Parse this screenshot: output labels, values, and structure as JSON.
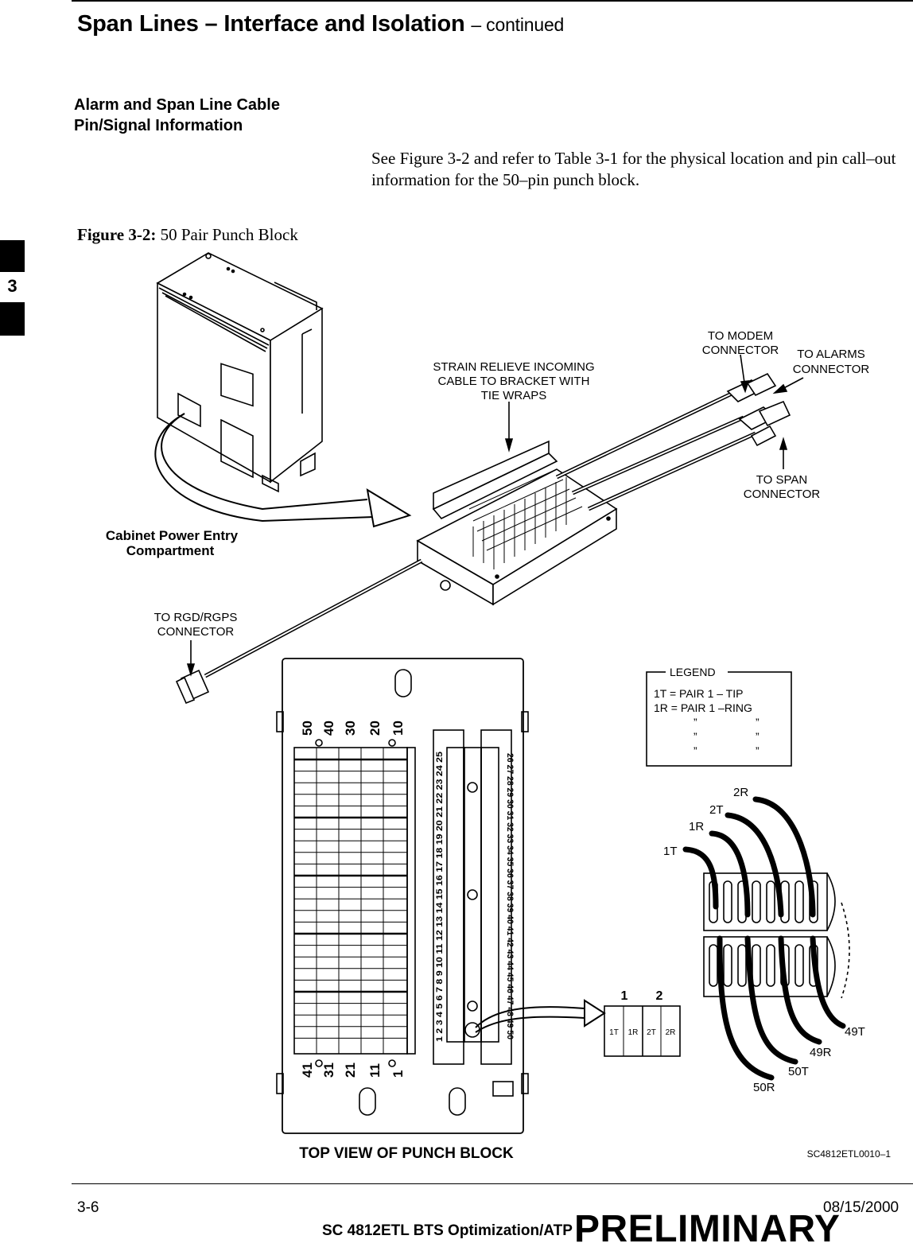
{
  "header": {
    "title": "Span Lines – Interface and Isolation",
    "suffix": "– continued"
  },
  "section": {
    "heading_line1": "Alarm and Span Line Cable",
    "heading_line2": "Pin/Signal Information"
  },
  "body_text": "See Figure 3-2 and refer to Table 3-1 for the physical location and pin call–out information for the 50–pin punch block.",
  "figure": {
    "caption_label": "Figure 3-2:",
    "caption_text": "50 Pair Punch Block",
    "callouts": {
      "modem_1": "TO MODEM",
      "modem_2": "CONNECTOR",
      "alarms_1": "TO ALARMS",
      "alarms_2": "CONNECTOR",
      "strain_1": "STRAIN RELIEVE INCOMING",
      "strain_2": "CABLE TO BRACKET WITH",
      "strain_3": "TIE WRAPS",
      "span_1": "TO SPAN",
      "span_2": "CONNECTOR",
      "cabinet_1": "Cabinet Power Entry",
      "cabinet_2": "Compartment",
      "rgd_1": "TO RGD/RGPS",
      "rgd_2": "CONNECTOR"
    },
    "legend": {
      "title": "LEGEND",
      "line1": "1T = PAIR 1 – TIP",
      "line2": "1R = PAIR 1 –RING",
      "ditto": "”"
    },
    "wire_labels": {
      "t1": "1T",
      "r1": "1R",
      "t2": "2T",
      "r2": "2R",
      "t49": "49T",
      "r49": "49R",
      "t50": "50T",
      "r50": "50R"
    },
    "detail": {
      "n1": "1",
      "n2": "2",
      "c1": "1T",
      "c2": "1R",
      "c3": "2T",
      "c4": "2R"
    },
    "block_top_numbers": [
      "50",
      "40",
      "30",
      "20",
      "10"
    ],
    "block_bottom_numbers": [
      "41",
      "31",
      "21",
      "11",
      "1"
    ],
    "column_left": "1  2  3  4  5  6  7  8  9  10  11  12  13  14  15  16  17  18  19  20  21  22  23  24  25",
    "column_right": "26  27  28  29  30  31  32  33  34  35  36  37  38  39  40  41  42  43  44  45  46  47  48  49 50",
    "top_view_label": "TOP VIEW OF PUNCH BLOCK",
    "figure_id": "SC4812ETL0010–1"
  },
  "side_tab": "3",
  "footer": {
    "page": "3-6",
    "doc": "SC 4812ETL BTS Optimization/ATP",
    "date": "08/15/2000",
    "status": "PRELIMINARY"
  }
}
